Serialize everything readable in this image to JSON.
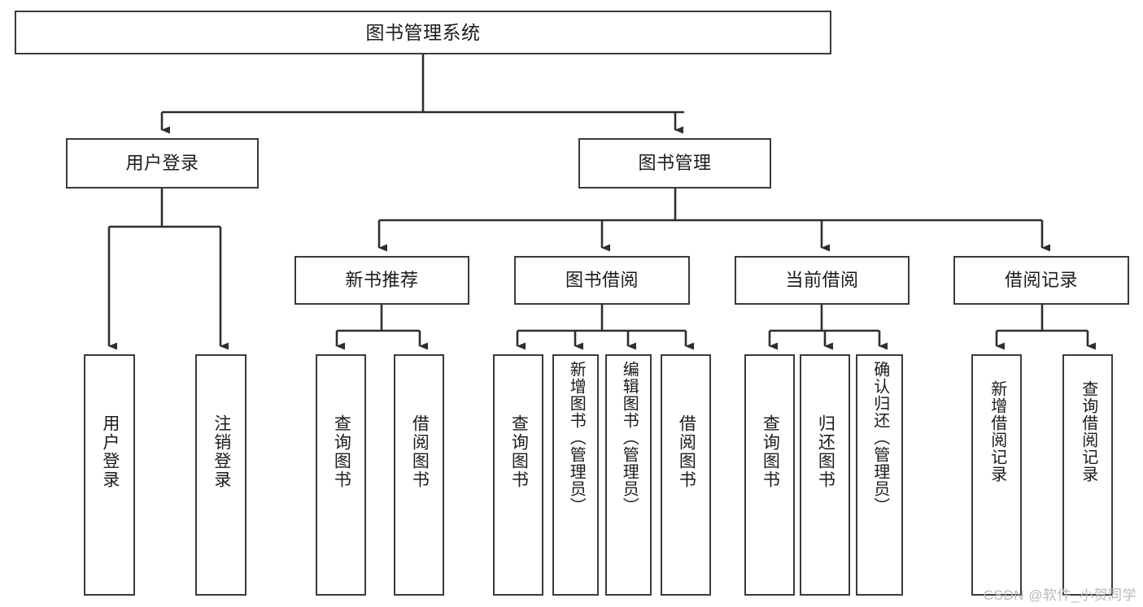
{
  "diagram": {
    "title": "图书管理系统",
    "type": "hierarchy-tree",
    "watermark": "CSDN @软件_小贺同学",
    "colors": {
      "stroke": "#3a3a3a",
      "fill": "#ffffff",
      "text": "#1b1b1b",
      "watermark": "#b9b9b9"
    },
    "levels": {
      "root": {
        "label": "图书管理系统"
      },
      "level2": [
        {
          "id": "user-login",
          "label": "用户登录"
        },
        {
          "id": "book-management",
          "label": "图书管理"
        }
      ],
      "level3": [
        {
          "id": "new-book-recommend",
          "label": "新书推荐",
          "parent": "book-management"
        },
        {
          "id": "book-borrow",
          "label": "图书借阅",
          "parent": "book-management"
        },
        {
          "id": "current-borrow",
          "label": "当前借阅",
          "parent": "book-management"
        },
        {
          "id": "borrow-record",
          "label": "借阅记录",
          "parent": "book-management"
        }
      ],
      "leaves": [
        {
          "id": "leaf-user-login",
          "label": "用户登录",
          "parent": "user-login"
        },
        {
          "id": "leaf-user-logout",
          "label": "注销登录",
          "parent": "user-login"
        },
        {
          "id": "leaf-query-book-1",
          "label": "查询图书",
          "parent": "new-book-recommend"
        },
        {
          "id": "leaf-borrow-book-1",
          "label": "借阅图书",
          "parent": "new-book-recommend"
        },
        {
          "id": "leaf-query-book-2",
          "label": "查询图书",
          "parent": "book-borrow"
        },
        {
          "id": "leaf-add-book",
          "label": "新增图书（管理员）",
          "parent": "book-borrow"
        },
        {
          "id": "leaf-edit-book",
          "label": "编辑图书（管理员）",
          "parent": "book-borrow"
        },
        {
          "id": "leaf-borrow-book-2",
          "label": "借阅图书",
          "parent": "book-borrow"
        },
        {
          "id": "leaf-query-book-3",
          "label": "查询图书",
          "parent": "current-borrow"
        },
        {
          "id": "leaf-return-book",
          "label": "归还图书",
          "parent": "current-borrow"
        },
        {
          "id": "leaf-confirm-return",
          "label": "确认归还（管理员）",
          "parent": "current-borrow"
        },
        {
          "id": "leaf-add-record",
          "label": "新增借阅记录",
          "parent": "borrow-record"
        },
        {
          "id": "leaf-query-record",
          "label": "查询借阅记录",
          "parent": "borrow-record"
        }
      ]
    }
  }
}
